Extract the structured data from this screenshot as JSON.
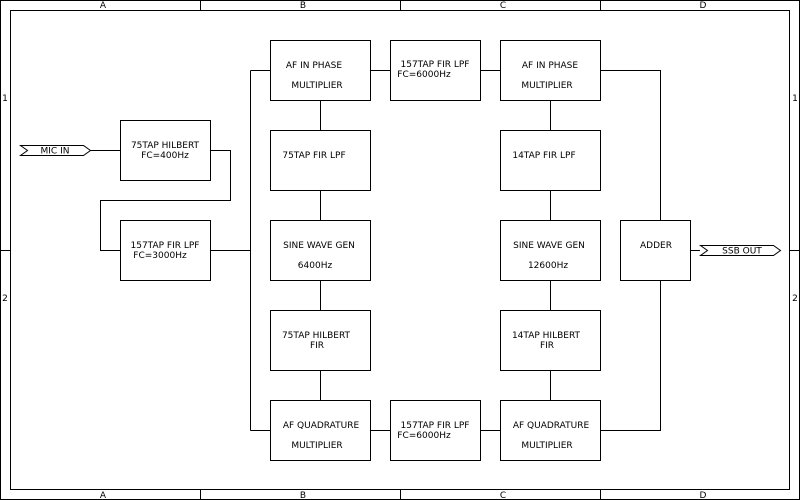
{
  "zones": {
    "columns": [
      "A",
      "B",
      "C",
      "D"
    ],
    "rows": [
      "1",
      "2"
    ]
  },
  "ports": {
    "mic_in": "MIC IN",
    "ssb_out": "SSB OUT"
  },
  "blocks": {
    "hilbert_75tap": {
      "line1": "75TAP HILBERT",
      "line2": "FC=400Hz"
    },
    "fir_lpf_157_input": {
      "line1": "157TAP FIR LPF",
      "line2": "FC=3000Hz"
    },
    "af_in_phase_mult_1": {
      "line1": "AF IN PHASE",
      "line2": "MULTIPLIER"
    },
    "fir_lpf_75tap": {
      "line1": "75TAP  FIR LPF"
    },
    "sine_gen_6400": {
      "line1": "SINE WAVE GEN",
      "line2": "6400Hz"
    },
    "hilbert_fir_75tap": {
      "line1": "75TAP HILBERT",
      "line2": "FIR"
    },
    "af_quad_mult_1": {
      "line1": "AF QUADRATURE",
      "line2": "MULTIPLIER"
    },
    "fir_lpf_157_top": {
      "line1": "157TAP FIR LPF",
      "line2": "FC=6000Hz"
    },
    "fir_lpf_157_bottom": {
      "line1": "157TAP FIR LPF",
      "line2": "FC=6000Hz"
    },
    "af_in_phase_mult_2": {
      "line1": "AF IN PHASE",
      "line2": "MULTIPLIER"
    },
    "fir_lpf_14tap": {
      "line1": "14TAP  FIR LPF"
    },
    "sine_gen_12600": {
      "line1": "SINE WAVE GEN",
      "line2": "12600Hz"
    },
    "hilbert_fir_14tap": {
      "line1": "14TAP HILBERT",
      "line2": "FIR"
    },
    "af_quad_mult_2": {
      "line1": "AF QUADRATURE",
      "line2": "MULTIPLIER"
    },
    "adder": {
      "line1": "ADDER"
    }
  },
  "colors": {
    "ink": "#000000",
    "paper": "#ffffff"
  }
}
